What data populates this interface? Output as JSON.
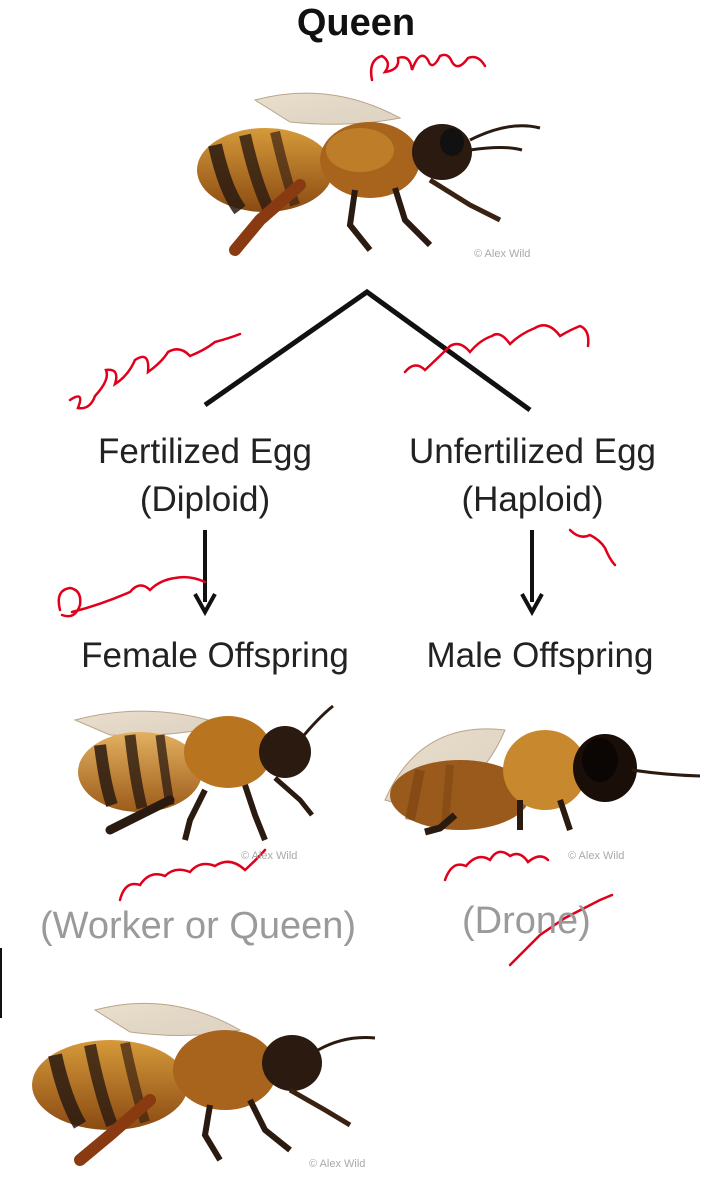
{
  "title": "Queen",
  "left_branch": {
    "egg": "Fertilized Egg",
    "ploidy": "(Diploid)",
    "offspring": "Female Offspring",
    "caption": "(Worker or Queen)"
  },
  "right_branch": {
    "egg": "Unfertilized Egg",
    "ploidy": "(Haploid)",
    "offspring": "Male Offspring",
    "caption": "(Drone)"
  },
  "credits": {
    "queen_top": "© Alex Wild",
    "worker": "© Alex Wild",
    "drone": "© Alex Wild",
    "queen_bottom": "© Alex Wild"
  },
  "colors": {
    "ink": "#e0001b",
    "text": "#222222",
    "caption": "#9a9a9a",
    "bee_amber": "#b8741f",
    "bee_dark": "#2a1a10"
  }
}
